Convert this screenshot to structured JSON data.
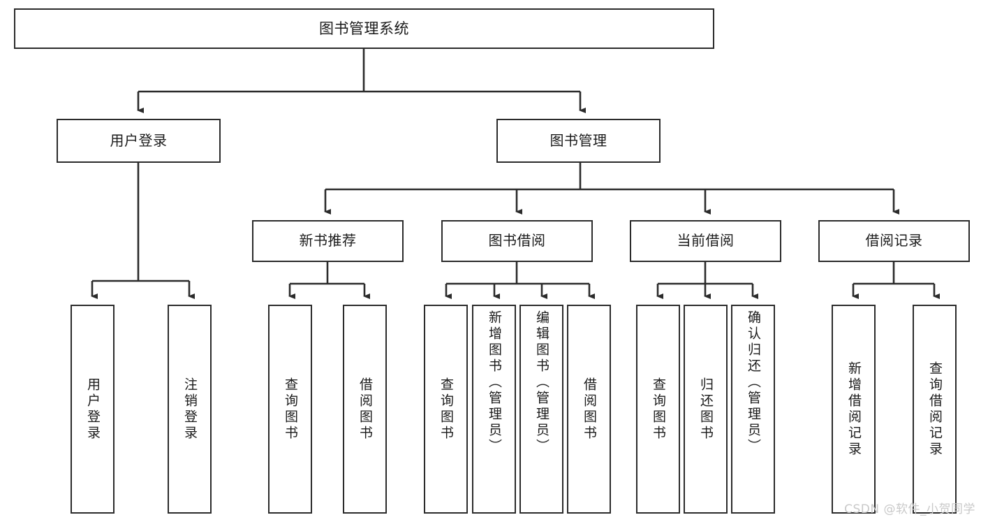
{
  "diagram": {
    "title": "图书管理系统",
    "type": "tree-hierarchy-chart",
    "orientation": "top-down",
    "line_color": "#2b2b2b",
    "box_fill": "#ffffff",
    "text_color": "#1a1a1a"
  },
  "root": {
    "label": "图书管理系统"
  },
  "level2": [
    {
      "label": "用户登录"
    },
    {
      "label": "图书管理"
    }
  ],
  "level3": [
    {
      "label": "新书推荐"
    },
    {
      "label": "图书借阅"
    },
    {
      "label": "当前借阅"
    },
    {
      "label": "借阅记录"
    }
  ],
  "leaves": {
    "user_login": [
      {
        "label": "用户登录"
      },
      {
        "label": "注销登录"
      }
    ],
    "new_book_recommend": [
      {
        "label": "查询图书"
      },
      {
        "label": "借阅图书"
      }
    ],
    "book_borrow": [
      {
        "label": "查询图书"
      },
      {
        "label": "新增图书（管理员）"
      },
      {
        "label": "编辑图书（管理员）"
      },
      {
        "label": "借阅图书"
      }
    ],
    "current_borrow": [
      {
        "label": "查询图书"
      },
      {
        "label": "归还图书"
      },
      {
        "label": "确认归还（管理员）"
      }
    ],
    "borrow_record": [
      {
        "label": "新增借阅记录"
      },
      {
        "label": "查询借阅记录"
      }
    ]
  },
  "watermark": {
    "text": "CSDN @软件_小贺同学"
  }
}
